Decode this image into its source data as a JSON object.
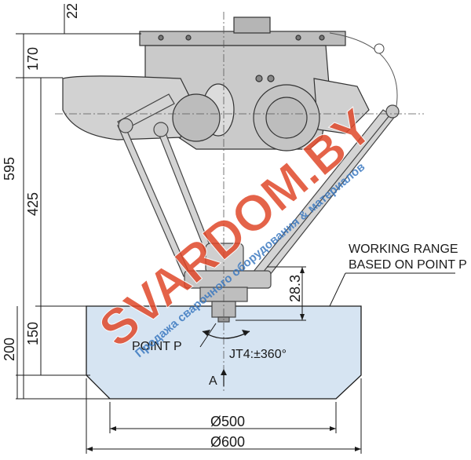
{
  "dimensions": {
    "top_offset": "22",
    "d170": "170",
    "d595": "595",
    "d425": "425",
    "d150": "150",
    "d200": "200",
    "d28_3": "28.3",
    "d500": "Ø500",
    "d600": "Ø600"
  },
  "labels": {
    "working_range_line1": "WORKING RANGE",
    "working_range_line2": "BASED ON POINT P",
    "point_p": "POINT P",
    "jt4": "JT4:±360°",
    "view_a": "A"
  },
  "watermark": {
    "main": "SVARDOM.BY",
    "sub": "Продажа сварочного оборудования & материалов"
  },
  "colors": {
    "line": "#1a1a1a",
    "range_fill": "#d6e4f2",
    "body_fill": "#c9c9c9",
    "watermark_red": "#e0482a",
    "watermark_blue": "#3a78c0"
  }
}
